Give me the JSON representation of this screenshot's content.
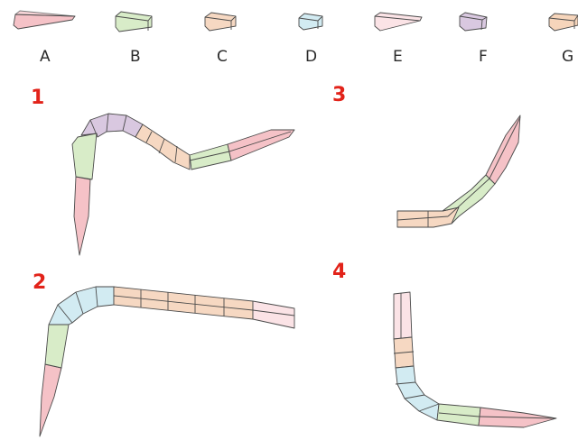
{
  "colors": {
    "A": "#f5c2c7",
    "B": "#d8ecc8",
    "C": "#f6d8c2",
    "D": "#d2ebf2",
    "E": "#fbe3e6",
    "F": "#d9c8e0",
    "G": "#f6d5bb",
    "outline": "#4a4a4a",
    "number": "#e2231a"
  },
  "legend": [
    {
      "label": "A",
      "color": "A",
      "kind": "blade-icon"
    },
    {
      "label": "B",
      "color": "B",
      "kind": "block-icon"
    },
    {
      "label": "C",
      "color": "C",
      "kind": "block-icon"
    },
    {
      "label": "D",
      "color": "D",
      "kind": "block-icon"
    },
    {
      "label": "E",
      "color": "E",
      "kind": "blade-icon"
    },
    {
      "label": "F",
      "color": "F",
      "kind": "block-icon"
    },
    {
      "label": "G",
      "color": "G",
      "kind": "block-icon"
    }
  ],
  "assemblies": [
    {
      "number": "1",
      "pieces": [
        "A",
        "B",
        "F",
        "C",
        "B",
        "A"
      ]
    },
    {
      "number": "2",
      "pieces": [
        "A",
        "B",
        "D",
        "C",
        "E"
      ]
    },
    {
      "number": "3",
      "pieces": [
        "C",
        "B",
        "A"
      ]
    },
    {
      "number": "4",
      "pieces": [
        "E",
        "C",
        "D",
        "B",
        "A"
      ]
    }
  ]
}
